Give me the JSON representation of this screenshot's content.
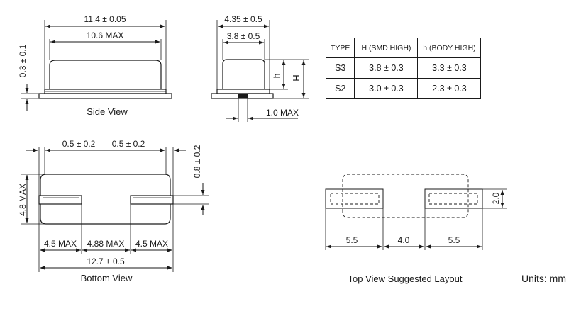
{
  "side_view": {
    "caption": "Side View",
    "dim_length": "11.4 ± 0.05",
    "dim_top_length": "10.6 MAX",
    "dim_base_height": "0.3 ± 0.1"
  },
  "end_view": {
    "dim_width": "4.35 ± 0.5",
    "dim_top_width": "3.8 ± 0.5",
    "label_h": "h",
    "label_H": "H",
    "dim_pad": "1.0 MAX"
  },
  "spec_table": {
    "headers": [
      "TYPE",
      "H (SMD HIGH)",
      "h (BODY HIGH)"
    ],
    "rows": [
      [
        "S3",
        "3.8 ± 0.3",
        "3.3 ± 0.3"
      ],
      [
        "S2",
        "3.0 ± 0.3",
        "2.3 ± 0.3"
      ]
    ]
  },
  "bottom_view": {
    "caption": "Bottom View",
    "dim_left_lead": "0.5 ± 0.2",
    "dim_right_lead": "0.5 ± 0.2",
    "dim_lead_height": "0.8 ± 0.2",
    "dim_height": "4.8 MAX",
    "dim_seg_left": "4.5 MAX",
    "dim_seg_mid": "4.88 MAX",
    "dim_seg_right": "4.5 MAX",
    "dim_total": "12.7 ± 0.5"
  },
  "layout_view": {
    "caption": "Top View Suggested Layout",
    "dim_pad_height": "2.0",
    "dim_pad_left": "5.5",
    "dim_gap": "4.0",
    "dim_pad_right": "5.5"
  },
  "units_label": "Units: mm"
}
